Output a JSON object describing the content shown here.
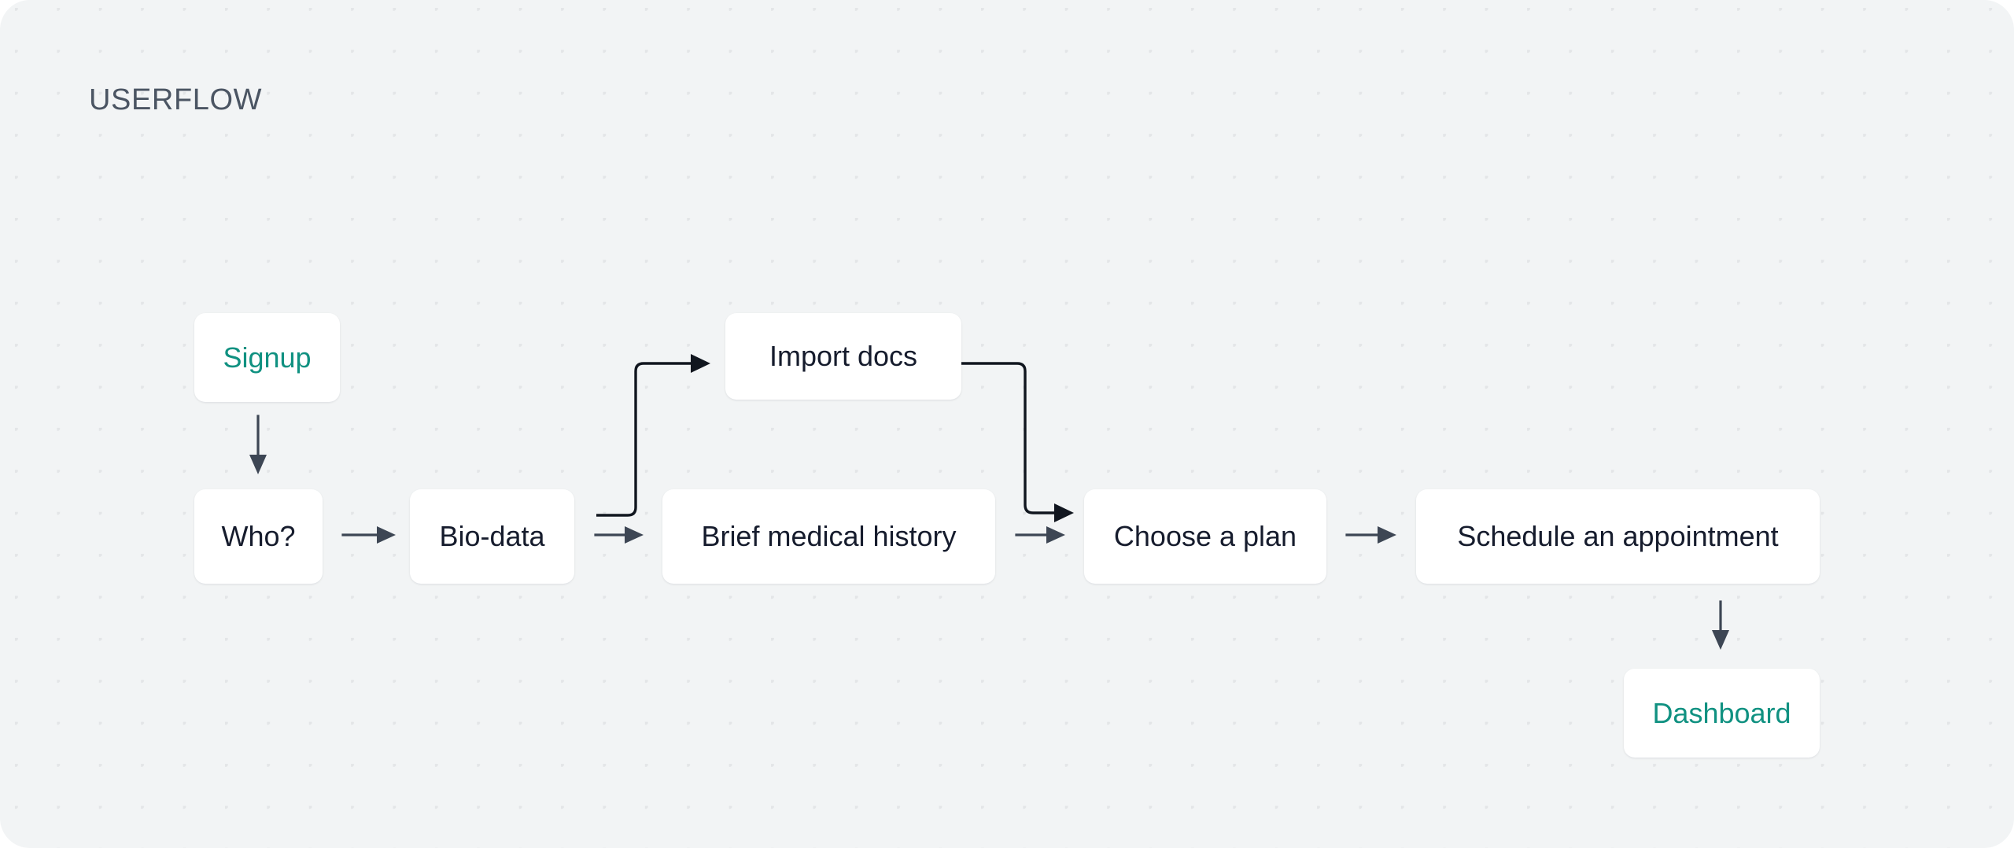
{
  "page": {
    "title": "USERFLOW",
    "background_color": "#f2f4f5",
    "dot_color": "#e3e5e7",
    "accent_color": "#109181",
    "node_text_color": "#161c2d",
    "connector_color": "#3d4654"
  },
  "nodes": [
    {
      "id": "signup",
      "label": "Signup",
      "style": "teal"
    },
    {
      "id": "who",
      "label": "Who?",
      "style": "dark"
    },
    {
      "id": "biodata",
      "label": "Bio-data",
      "style": "dark"
    },
    {
      "id": "import_docs",
      "label": "Import docs",
      "style": "dark"
    },
    {
      "id": "medical",
      "label": "Brief medical history",
      "style": "dark"
    },
    {
      "id": "plan",
      "label": "Choose a plan",
      "style": "dark"
    },
    {
      "id": "schedule",
      "label": "Schedule an appointment",
      "style": "dark"
    },
    {
      "id": "dashboard",
      "label": "Dashboard",
      "style": "teal"
    }
  ],
  "connectors": [
    {
      "from": "signup",
      "to": "who",
      "kind": "arrow-down"
    },
    {
      "from": "who",
      "to": "biodata",
      "kind": "arrow-right"
    },
    {
      "from": "biodata",
      "to": "medical",
      "kind": "arrow-right"
    },
    {
      "from": "biodata",
      "to": "import_docs",
      "kind": "elbow-up-right"
    },
    {
      "from": "import_docs",
      "to": "plan",
      "kind": "elbow-right-down"
    },
    {
      "from": "medical",
      "to": "plan",
      "kind": "arrow-right"
    },
    {
      "from": "plan",
      "to": "schedule",
      "kind": "arrow-right"
    },
    {
      "from": "schedule",
      "to": "dashboard",
      "kind": "arrow-down"
    }
  ]
}
